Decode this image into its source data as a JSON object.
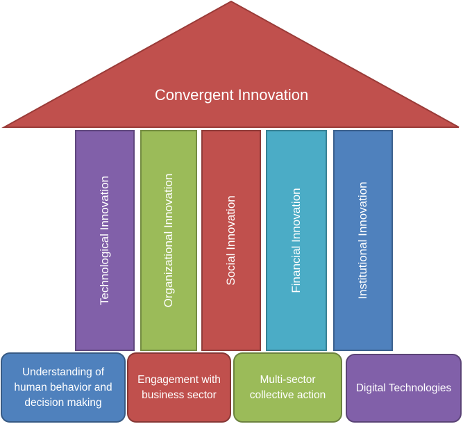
{
  "roof": {
    "title": "Convergent Innovation",
    "color": "#c0504d"
  },
  "pillars": [
    {
      "label": "Technological Innovation",
      "color": "#8160a9"
    },
    {
      "label": "Organizational Innovation",
      "color": "#9bbb59"
    },
    {
      "label": "Social Innovation",
      "color": "#c0504d"
    },
    {
      "label": "Financial Innovation",
      "color": "#4bacc6"
    },
    {
      "label": "Institutional Innovation",
      "color": "#4f81bd"
    }
  ],
  "foundation": [
    {
      "label": "Understanding of human behavior and decision making",
      "color": "#4f81bd"
    },
    {
      "label": "Engagement with business sector",
      "color": "#c0504d"
    },
    {
      "label": "Multi-sector collective action",
      "color": "#9bbb59"
    },
    {
      "label": "Digital Technologies",
      "color": "#8160a9"
    }
  ]
}
